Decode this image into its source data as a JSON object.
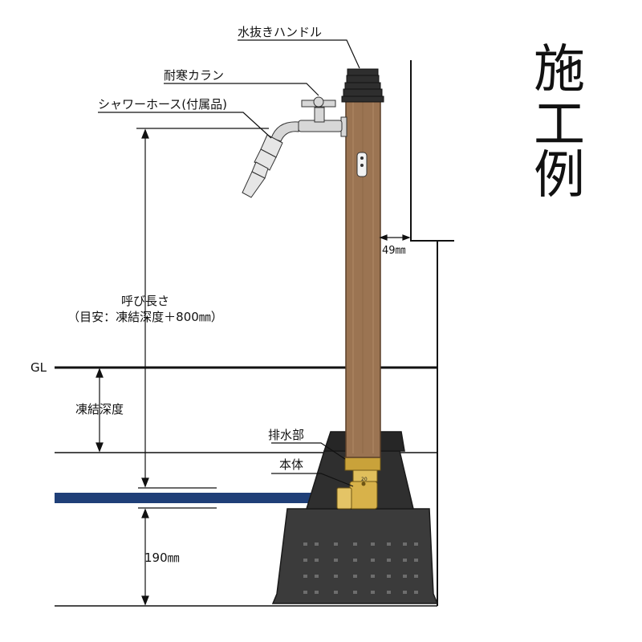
{
  "title_chars": [
    "施",
    "工",
    "例"
  ],
  "labels": {
    "drain_handle": "水抜きハンドル",
    "cold_tap": "耐寒カラン",
    "shower_hose": "シャワーホース(付属品)",
    "nominal_length_1": "呼び長さ",
    "nominal_length_2": "（目安：凍結深度＋800㎜）",
    "gl": "GL",
    "freeze_depth": "凍結深度",
    "drain_part": "排水部",
    "body": "本体",
    "dim_190": "190㎜",
    "dim_49": "49㎜",
    "body_marking": "20"
  },
  "colors": {
    "post_wood": "#9b7452",
    "post_wood_light": "#a98463",
    "handle_dark": "#2e2e2e",
    "basin": "#3b3b3b",
    "basin_dark": "#262626",
    "pipe_blue": "#1f3f78",
    "brass": "#d8b24a",
    "faucet_silver": "#d7d7d7",
    "line": "#111111"
  }
}
